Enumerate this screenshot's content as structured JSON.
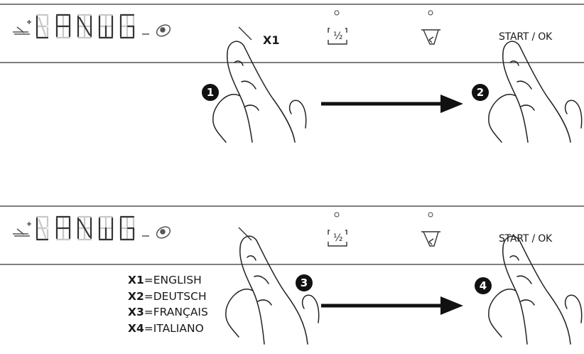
{
  "panels": [
    {
      "x1_label": "X1",
      "start_ok_label": "START / OK",
      "steps": [
        "1",
        "2"
      ]
    },
    {
      "start_ok_label": "START / OK",
      "steps": [
        "3",
        "4"
      ],
      "languages": [
        {
          "code": "X1",
          "name": "=ENGLISH"
        },
        {
          "code": "X2",
          "name": "=DEUTSCH"
        },
        {
          "code": "X3",
          "name": "=FRANÇAIS"
        },
        {
          "code": "X4",
          "name": "=ITALIANO"
        }
      ]
    }
  ],
  "colors": {
    "ink": "#1a1a1a",
    "segment_off": "#c8c8c8"
  },
  "icons": [
    "rinse-aid-icon",
    "segment-display",
    "salt-icon",
    "half-load-icon",
    "delay-start-icon",
    "finger-icon",
    "arrow-right-icon"
  ]
}
